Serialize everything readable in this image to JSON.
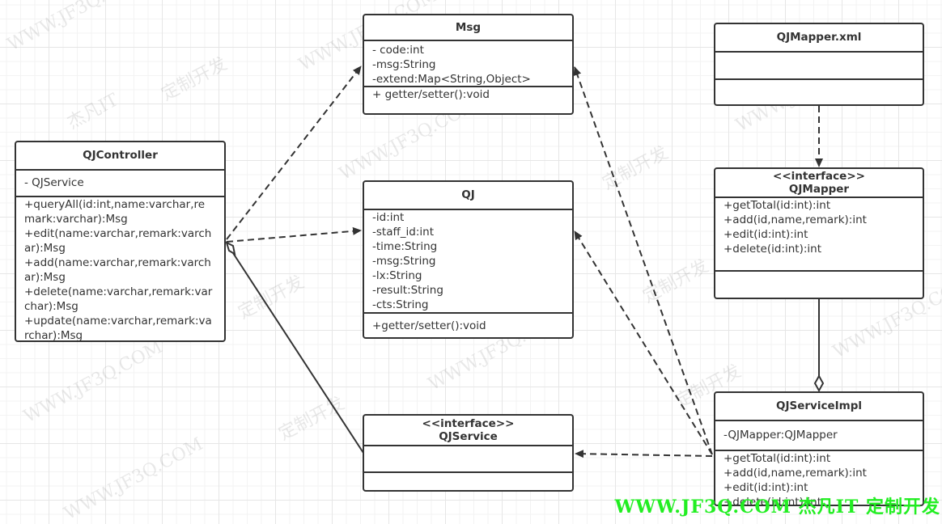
{
  "diagram": {
    "classes": {
      "msg": {
        "name": "Msg",
        "attributes": [
          "- code:int",
          "-msg:String",
          "-extend:Map<String,Object>"
        ],
        "methods": [
          "+ getter/setter():void"
        ]
      },
      "qj": {
        "name": "QJ",
        "attributes": [
          "-id:int",
          "-staff_id:int",
          "-time:String",
          "-msg:String",
          "-lx:String",
          "-result:String",
          "-cts:String"
        ],
        "methods": [
          "+getter/setter():void"
        ]
      },
      "qjcontroller": {
        "name": "QJController",
        "attributes": [
          "- QJService"
        ],
        "methods": [
          "+queryAll(id:int,name:varchar,re",
          "mark:varchar):Msg",
          "+edit(name:varchar,remark:varch",
          "ar):Msg",
          "+add(name:varchar,remark:varch",
          "ar):Msg",
          "+delete(name:varchar,remark:var",
          "char):Msg",
          "+update(name:varchar,remark:va",
          "rchar):Msg"
        ]
      },
      "qjservice": {
        "stereotype": "<<interface>>",
        "name": "QJService"
      },
      "qjmapperxml": {
        "name": "QJMapper.xml"
      },
      "qjmapper": {
        "stereotype": "<<interface>>",
        "name": "QJMapper",
        "methods": [
          "+getTotal(id:int):int",
          "+add(id,name,remark):int",
          "+edit(id:int):int",
          "+delete(id:int):int"
        ]
      },
      "qjserviceimpl": {
        "name": "QJServiceImpl",
        "attributes": [
          "-QJMapper:QJMapper"
        ],
        "methods": [
          "+getTotal(id:int):int",
          "+add(id,name,remark):int",
          "+edit(id:int):int",
          "+delete(id:int):int"
        ]
      }
    },
    "relations": [
      {
        "from": "QJController",
        "to": "Msg",
        "type": "dependency"
      },
      {
        "from": "QJController",
        "to": "QJ",
        "type": "dependency"
      },
      {
        "from": "QJController",
        "to": "QJService",
        "type": "aggregation"
      },
      {
        "from": "QJServiceImpl",
        "to": "Msg",
        "type": "dependency"
      },
      {
        "from": "QJServiceImpl",
        "to": "QJ",
        "type": "dependency"
      },
      {
        "from": "QJServiceImpl",
        "to": "QJService",
        "type": "dependency"
      },
      {
        "from": "QJMapper.xml",
        "to": "QJMapper",
        "type": "dependency"
      },
      {
        "from": "QJServiceImpl",
        "to": "QJMapper",
        "type": "aggregation"
      }
    ]
  },
  "watermark": {
    "faint": [
      "WWW.JF3Q.COM",
      "杰凡IT",
      "定制开发"
    ],
    "banner": "WWW.JF3Q.COM 杰凡IT  定制开发",
    "banner_color": "#22ee22"
  }
}
